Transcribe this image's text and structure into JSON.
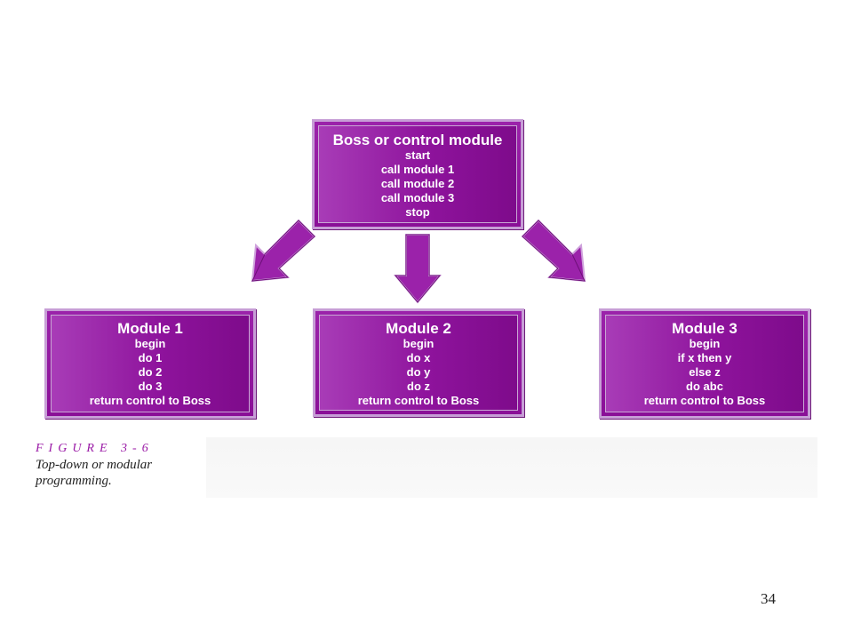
{
  "boss": {
    "title": "Boss or control module",
    "lines": [
      "start",
      "call module 1",
      "call module 2",
      "call module 3",
      "stop"
    ]
  },
  "modules": [
    {
      "title": "Module 1",
      "lines": [
        "begin",
        "do 1",
        "do 2",
        "do 3",
        "return control to Boss"
      ]
    },
    {
      "title": "Module 2",
      "lines": [
        "begin",
        "do x",
        "do y",
        "do z",
        "return control to Boss"
      ]
    },
    {
      "title": "Module 3",
      "lines": [
        "begin",
        "if x then y",
        "else z",
        "do abc",
        "return control to Boss"
      ]
    }
  ],
  "figure": {
    "label": "FIGURE 3-6",
    "caption": "Top-down or modular programming."
  },
  "page_number": "34",
  "colors": {
    "module_fill": "#8e139c",
    "module_border": "#c79ed6",
    "arrow_fill": "#9b22aa",
    "figure_label": "#9a1aa6"
  }
}
